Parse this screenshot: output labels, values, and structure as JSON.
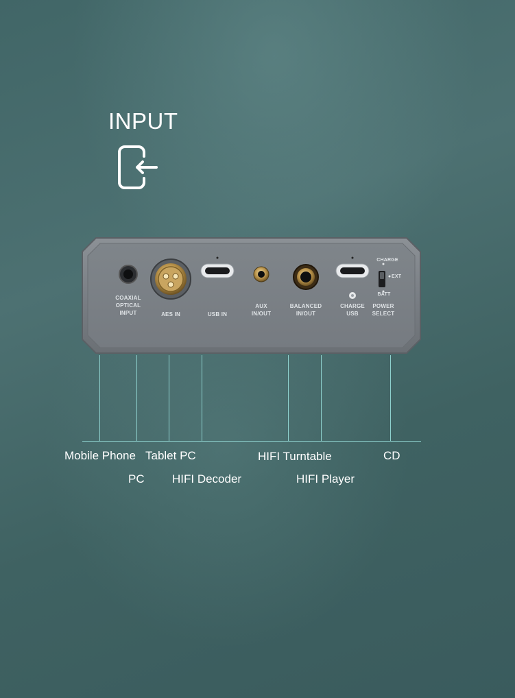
{
  "header": {
    "title": "INPUT",
    "icon": "input-icon"
  },
  "panel": {
    "ports": [
      {
        "id": "coaxial",
        "label_lines": [
          "COAXIAL",
          "OPTICAL",
          "INPUT"
        ]
      },
      {
        "id": "aes",
        "label_lines": [
          "AES IN"
        ]
      },
      {
        "id": "usbin",
        "label_lines": [
          "USB IN"
        ]
      },
      {
        "id": "aux",
        "label_lines": [
          "AUX",
          "IN/OUT"
        ]
      },
      {
        "id": "balanced",
        "label_lines": [
          "BALANCED",
          "IN/OUT"
        ]
      },
      {
        "id": "charge",
        "label_lines": [
          "CHARGE",
          "USB"
        ]
      },
      {
        "id": "power",
        "label_lines": [
          "POWER",
          "SELECT"
        ]
      }
    ],
    "switch_labels": {
      "top": "CHARGE",
      "mid": "EXT",
      "bottom": "BATT"
    }
  },
  "devices": [
    "Mobile Phone",
    "Tablet PC",
    "HIFI Turntable",
    "CD",
    "PC",
    "HIFI Decoder",
    "HIFI Player"
  ]
}
